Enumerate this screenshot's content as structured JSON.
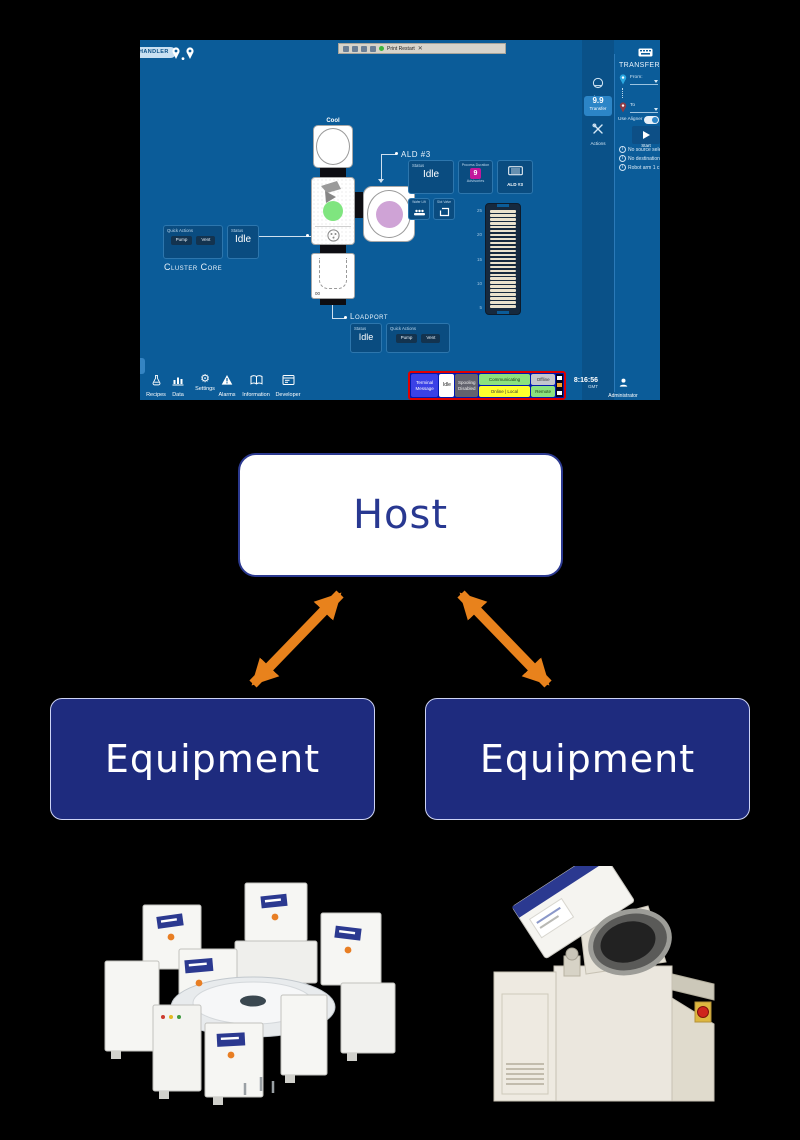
{
  "flow": {
    "host": "Host",
    "equipment_left": "Equipment",
    "equipment_right": "Equipment"
  },
  "screenshot": {
    "header": {
      "handler_pill": "HANDLER",
      "window_toolbar_status": "Print Restart"
    },
    "sidebar": {
      "wafer_map": "Wafer Map",
      "transfer_badge": "9.9",
      "transfer": "Transfer",
      "actions": "Actions"
    },
    "transfer_panel": {
      "title": "Transfer",
      "from_label": "From:",
      "to_label": "To",
      "use_aligner": "Use Aligner",
      "start": "Start",
      "messages": [
        "No source sele",
        "No destination",
        "Robot arm 1 c"
      ]
    },
    "diagram": {
      "cool_label": "Cool",
      "cluster_core_title": "Cluster Core",
      "cluster": {
        "quick_actions_label": "Quick Actions",
        "pump": "Pump",
        "vent": "Vent",
        "status_label": "Status",
        "status_value": "Idle"
      },
      "ald": {
        "title": "ALD #3",
        "status_label": "Status",
        "status_value": "Idle",
        "duration_label": "Process Duration",
        "badge": "9",
        "advisories_label": "Advisories",
        "module_button": "ALD #3",
        "wafer_lift": "Wafer Lift",
        "slot_valve": "Slot Valve"
      },
      "loadport": {
        "title": "Loadport",
        "status_label": "Status",
        "status_value": "Idle",
        "quick_actions_label": "Quick Actions",
        "pump": "Pump",
        "vent": "Vent",
        "slot_indicator": "00"
      },
      "cassette": {
        "slot_count": 25,
        "tick_labels": [
          "25",
          "20",
          "15",
          "10",
          "5"
        ]
      }
    },
    "toolbar": {
      "items": [
        {
          "label": "Recipes"
        },
        {
          "label": "Data"
        },
        {
          "label": "Settings"
        },
        {
          "label": "Alarms"
        },
        {
          "label": "Information"
        },
        {
          "label": "Developer"
        }
      ]
    },
    "status_bar": {
      "terminal_message": "Terminal Message",
      "idle": "Idle",
      "spooling": "Spooling Disabled",
      "communicating": "Communicating",
      "online_local": "Online | Local",
      "offline": "Offline",
      "remote": "Remote"
    },
    "footer": {
      "time": "8:16:56",
      "timezone": "GMT",
      "user": "Administrator"
    }
  },
  "colors": {
    "accent_orange": "#E8821C",
    "equipment_navy": "#1E2B7E",
    "host_border_navy": "#2B3990",
    "screen_blue": "#0B5C99",
    "status_green": "#8CE27D",
    "status_yellow": "#FFFF2E",
    "badge_magenta": "#C2189C"
  }
}
